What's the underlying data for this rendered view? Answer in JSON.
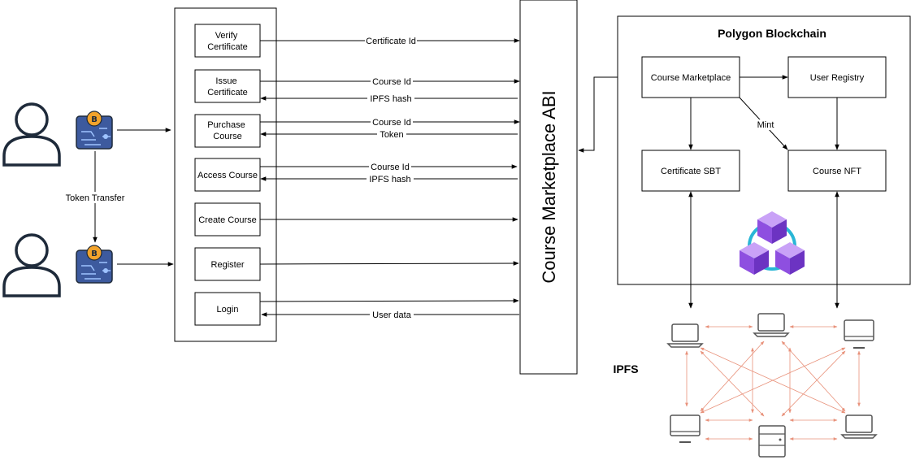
{
  "actions": [
    {
      "label": "Verify Certificate"
    },
    {
      "label": "Issue Certificate"
    },
    {
      "label": "Purchase Course"
    },
    {
      "label": "Access Course"
    },
    {
      "label": "Create Course"
    },
    {
      "label": "Register"
    },
    {
      "label": "Login"
    }
  ],
  "edge_labels": {
    "certificate_id": "Certificate Id",
    "course_id_issue": "Course Id",
    "ipfs_hash_issue": "IPFS hash",
    "course_id_purchase": "Course Id",
    "token": "Token",
    "course_id_access": "Course Id",
    "ipfs_hash_access": "IPFS hash",
    "user_data": "User data",
    "token_transfer": "Token Transfer",
    "mint": "Mint"
  },
  "abi": {
    "label": "Course Marketplace ABI"
  },
  "blockchain": {
    "title": "Polygon Blockchain",
    "nodes": {
      "course_marketplace": "Course Marketplace",
      "user_registry": "User Registry",
      "certificate_sbt": "Certificate SBT",
      "course_nft": "Course NFT"
    }
  },
  "ipfs": {
    "label": "IPFS"
  },
  "icons": {
    "user": "user-icon",
    "wallet": "crypto-wallet-icon",
    "polygon": "polygon-logo-icon",
    "laptop": "laptop-icon",
    "desktop": "desktop-icon",
    "server": "server-icon"
  },
  "colors": {
    "ipfs_links": "#e8917a",
    "wallet_body": "#3d5a9e",
    "coin": "#f2a32c",
    "polygon_purple": "#9b5de5",
    "polygon_link": "#29b6d6"
  }
}
